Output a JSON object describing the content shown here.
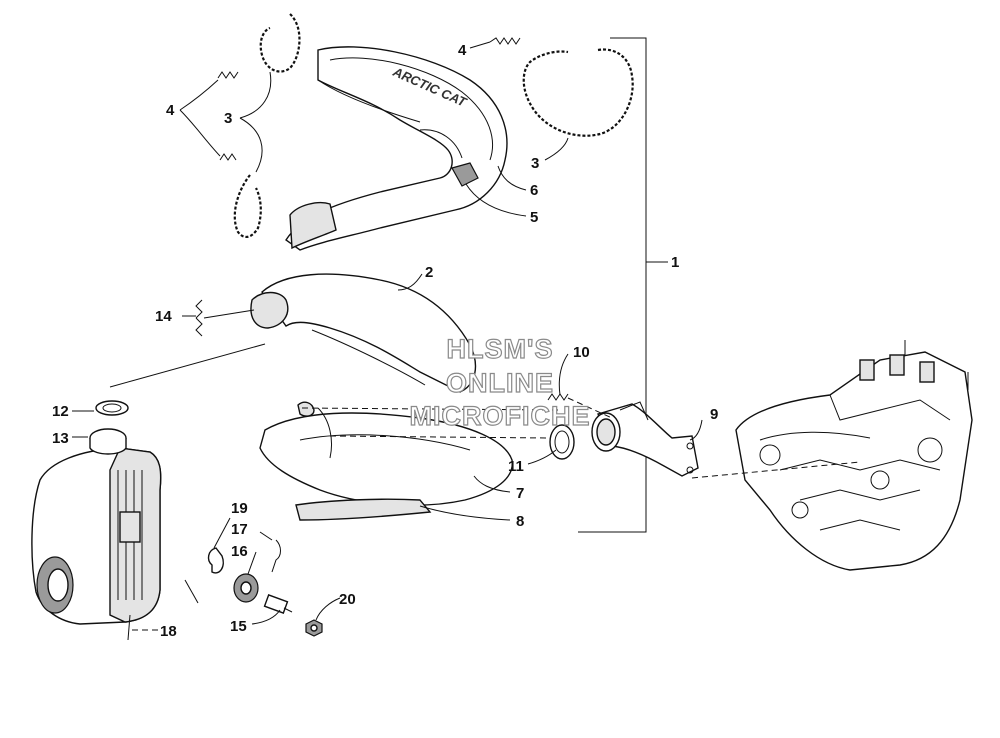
{
  "callouts": {
    "c1": "1",
    "c2": "2",
    "c3a": "3",
    "c3b": "3",
    "c4a": "4",
    "c4b": "4",
    "c5": "5",
    "c6": "6",
    "c7": "7",
    "c8": "8",
    "c9": "9",
    "c10": "10",
    "c11": "11",
    "c12": "12",
    "c13": "13",
    "c14": "14",
    "c15": "15",
    "c16": "16",
    "c17": "17",
    "c18": "18",
    "c19": "19",
    "c20": "20"
  },
  "watermark": {
    "line1": "HLSM'S",
    "line2": "ONLINE",
    "line3": "MICROFICHE"
  },
  "shield_logo": "ARCTIC CAT"
}
